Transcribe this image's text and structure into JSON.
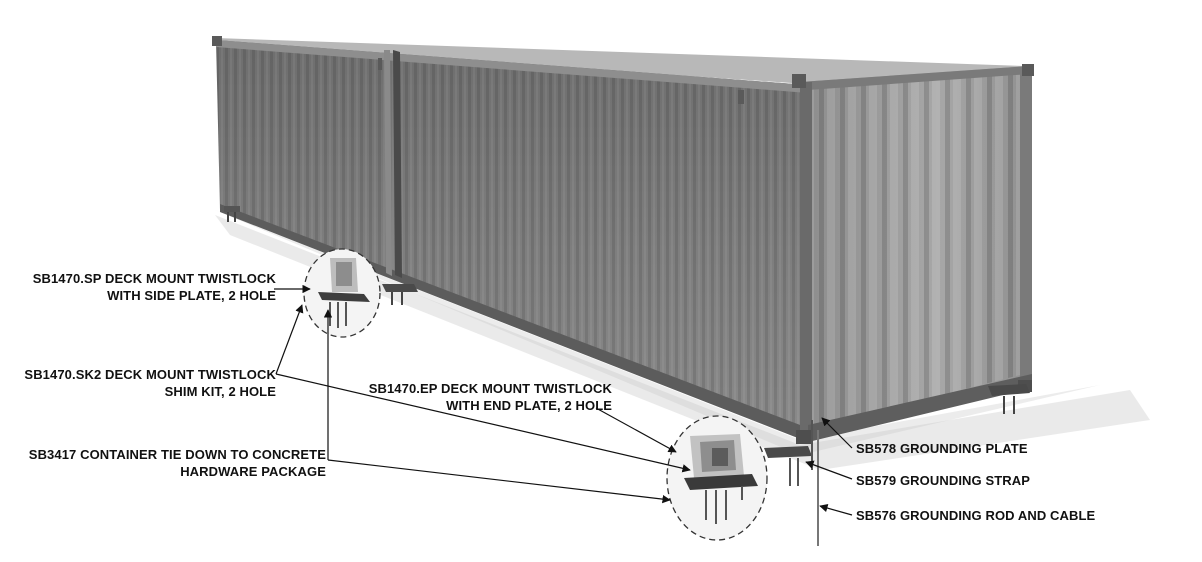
{
  "callouts": {
    "sp": {
      "line1": "SB1470.SP DECK MOUNT TWISTLOCK",
      "line2": "WITH SIDE PLATE, 2 HOLE"
    },
    "sk2": {
      "line1": "SB1470.SK2 DECK MOUNT TWISTLOCK",
      "line2": "SHIM KIT, 2 HOLE"
    },
    "sb3417": {
      "line1": "SB3417 CONTAINER TIE DOWN TO CONCRETE",
      "line2": "HARDWARE PACKAGE"
    },
    "ep": {
      "line1": "SB1470.EP DECK MOUNT TWISTLOCK",
      "line2": "WITH END PLATE, 2 HOLE"
    },
    "sb578": {
      "line1": "SB578 GROUNDING PLATE"
    },
    "sb579": {
      "line1": "SB579 GROUNDING STRAP"
    },
    "sb576": {
      "line1": "SB576 GROUNDING ROD AND CABLE"
    }
  },
  "colors": {
    "container_side": "#7b7b7b",
    "container_end": "#9a9a9a",
    "container_top": "#b4b4b4",
    "leader": "#111111"
  }
}
